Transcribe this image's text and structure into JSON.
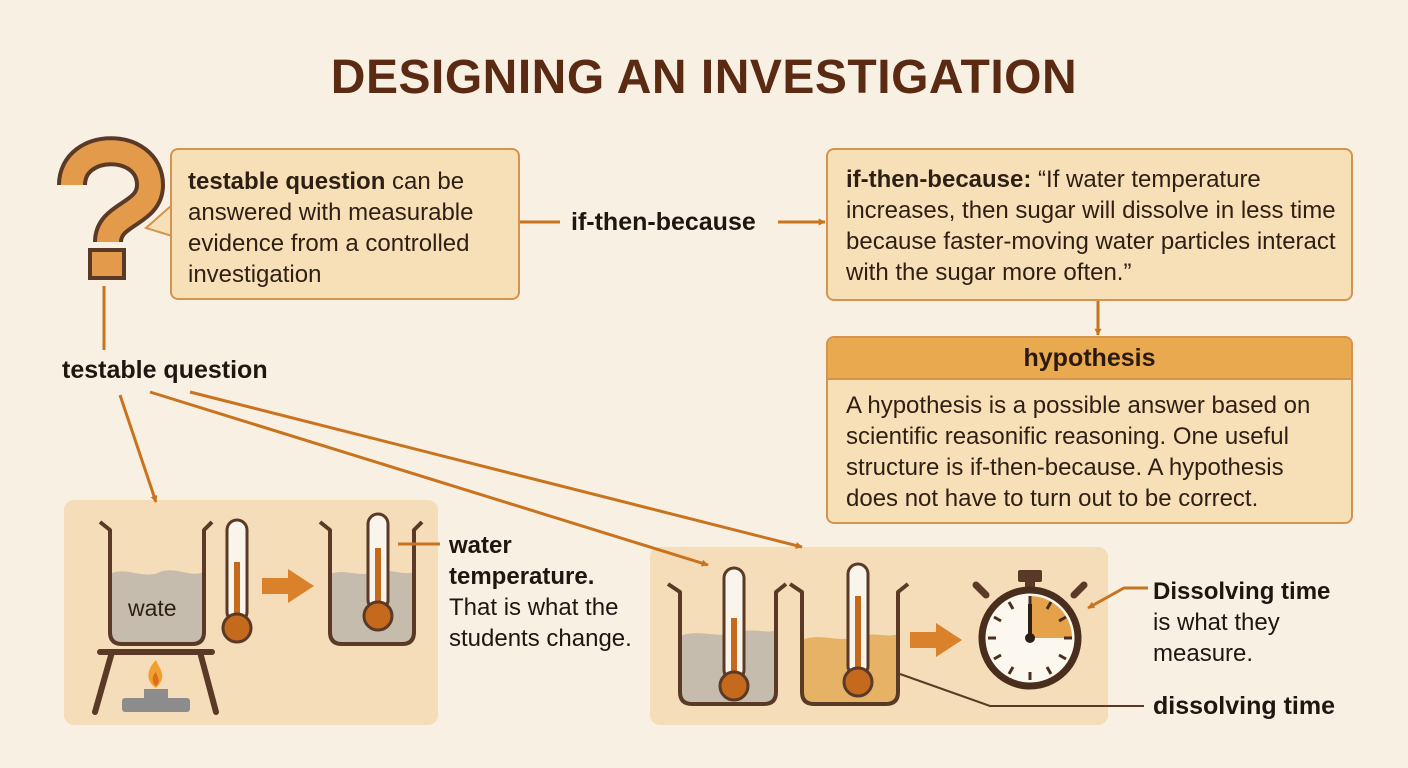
{
  "title": "DESIGNING AN INVESTIGATION",
  "question_box": {
    "term": "testable question",
    "text": " can be answered with measurable evidence from a controlled investigation"
  },
  "connector_label": "if-then-because",
  "ifthen_box": {
    "term": "if-then-because:",
    "text": " “If water temperature increases, then sugar will dissolve in less time because faster-moving water particles interact with the sugar more often.”"
  },
  "hypothesis_box": {
    "heading": "hypothesis",
    "text": "A hypothesis is a possible answer based on scientific reasonific reasoning. One useful structure is if-then-because. A hypothesis does not have to turn out to be correct."
  },
  "side_label": "testable question",
  "beaker_text": "wate",
  "water_temp": {
    "term": "water temperature.",
    "text": "That is what the students change."
  },
  "dissolving": {
    "term": "Dissolving time",
    "text": "is what they measure."
  },
  "dissolving_label": "dissolving time",
  "colors": {
    "background": "#f8f0e3",
    "title": "#5a2a12",
    "accent": "#d9822b",
    "box_fill": "#f7e0b7",
    "header_fill": "#e9a94e",
    "outline": "#5a3a26",
    "panel": "#f4ddb8"
  },
  "icons": [
    "question-mark-icon",
    "beaker-icon",
    "thermometer-icon",
    "burner-icon",
    "arrow-right-icon",
    "stopwatch-icon"
  ]
}
